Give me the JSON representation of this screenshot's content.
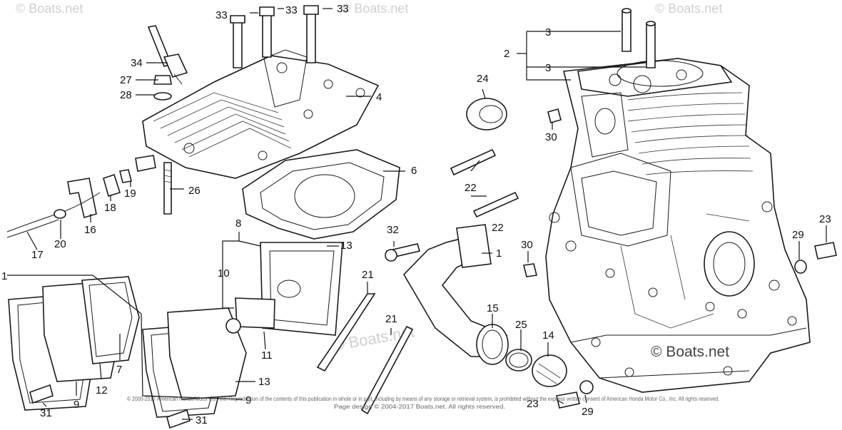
{
  "watermark": "© Boats.net",
  "logo_text": "© Boats.net",
  "copyright_line1": "© 2000-2017 American Honda Motor Co., Inc. Reproduction of the contents of this publication in whole or in part, including by means of any storage or retrieval system, is prohibited without the express written consent of American Honda Motor Co., Inc. All rights reserved.",
  "copyright_line2": "Page design © 2004-2017 Boats.net. All rights reserved.",
  "callouts": {
    "c1": "1",
    "c1b": "1",
    "c2": "2",
    "c3a": "3",
    "c3b": "3",
    "c4": "4",
    "c6": "6",
    "c7": "7",
    "c8": "8",
    "c9a": "9",
    "c9b": "9",
    "c10": "10",
    "c11": "11",
    "c12": "12",
    "c13a": "13",
    "c13b": "13",
    "c14": "14",
    "c15": "15",
    "c16": "16",
    "c17": "17",
    "c18": "18",
    "c19": "19",
    "c20": "20",
    "c21a": "21",
    "c21b": "21",
    "c22a": "22",
    "c22b": "22",
    "c23a": "23",
    "c23b": "23",
    "c24": "24",
    "c25": "25",
    "c26": "26",
    "c27": "27",
    "c28": "28",
    "c29a": "29",
    "c29b": "29",
    "c30a": "30",
    "c30b": "30",
    "c31a": "31",
    "c31b": "31",
    "c32": "32",
    "c33a": "33",
    "c33b": "33",
    "c33c": "33",
    "c34": "34"
  }
}
